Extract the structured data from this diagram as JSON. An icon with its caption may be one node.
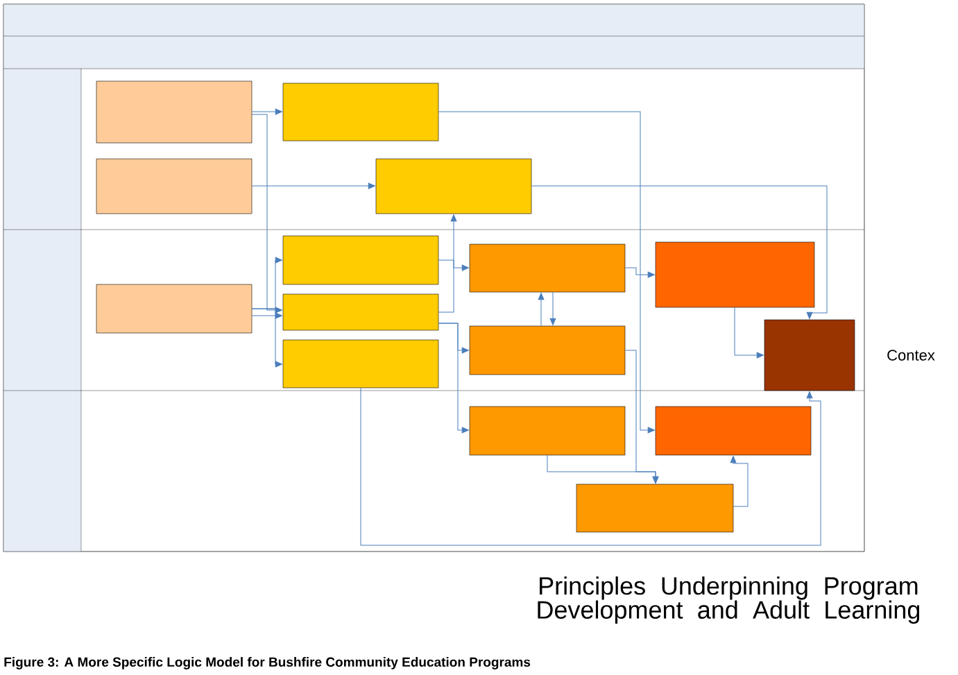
{
  "diagram": {
    "caption": "Figure 3: A More Specific Logic Model for Bushfire Community Education Programs",
    "nodes": [
      {
        "text": [],
        "shape": "box"
      },
      {
        "text": [],
        "shape": "box"
      },
      {
        "text": [],
        "shape": "box"
      },
      {
        "text": [],
        "shape": "box"
      },
      {
        "text": [],
        "shape": "box"
      },
      {
        "text": [],
        "shape": "box"
      },
      {
        "text": [],
        "shape": "box"
      },
      {
        "text": [],
        "shape": "box"
      },
      {
        "text": [],
        "shape": "box"
      },
      {
        "text": [],
        "shape": "box"
      },
      {
        "text": [],
        "shape": "box"
      },
      {
        "text": [],
        "shape": "box"
      },
      {
        "text": [],
        "shape": "box"
      },
      {
        "text": [],
        "shape": "box"
      },
      {
        "text": [],
        "shape": "box"
      }
    ],
    "edges": [
      {
        "from": 0,
        "to": 3,
        "arrow": "to"
      },
      {
        "from": 0,
        "to": 6,
        "arrow": "to"
      },
      {
        "from": 1,
        "to": 4,
        "arrow": "to"
      },
      {
        "from": 2,
        "to": 5,
        "arrow": "to"
      },
      {
        "from": 2,
        "to": 6,
        "arrow": "to"
      },
      {
        "from": 2,
        "to": 7,
        "arrow": "to"
      },
      {
        "from": 3,
        "to": 13,
        "arrow": "to"
      },
      {
        "from": 4,
        "to": 14,
        "arrow": "to"
      },
      {
        "from": 5,
        "to": 8,
        "arrow": "to"
      },
      {
        "from": 6,
        "to": 4,
        "arrow": "to"
      },
      {
        "from": 6,
        "to": 9,
        "arrow": "to"
      },
      {
        "from": 6,
        "to": 10,
        "arrow": "to"
      },
      {
        "from": 8,
        "to": 9,
        "arrow": "to"
      },
      {
        "from": 9,
        "to": 8,
        "arrow": "to"
      },
      {
        "from": 8,
        "to": 12,
        "arrow": "to"
      },
      {
        "from": 9,
        "to": 11,
        "arrow": "to"
      },
      {
        "from": 10,
        "to": 11,
        "arrow": "to"
      },
      {
        "from": 11,
        "to": 13,
        "arrow": "to"
      },
      {
        "from": 12,
        "to": 14,
        "arrow": "to"
      },
      {
        "from": 7,
        "to": 14,
        "arrow": "to"
      }
    ],
    "labels": [
      "Contex",
      "Principles Underpinning Program Development and Adult Learning"
    ]
  }
}
